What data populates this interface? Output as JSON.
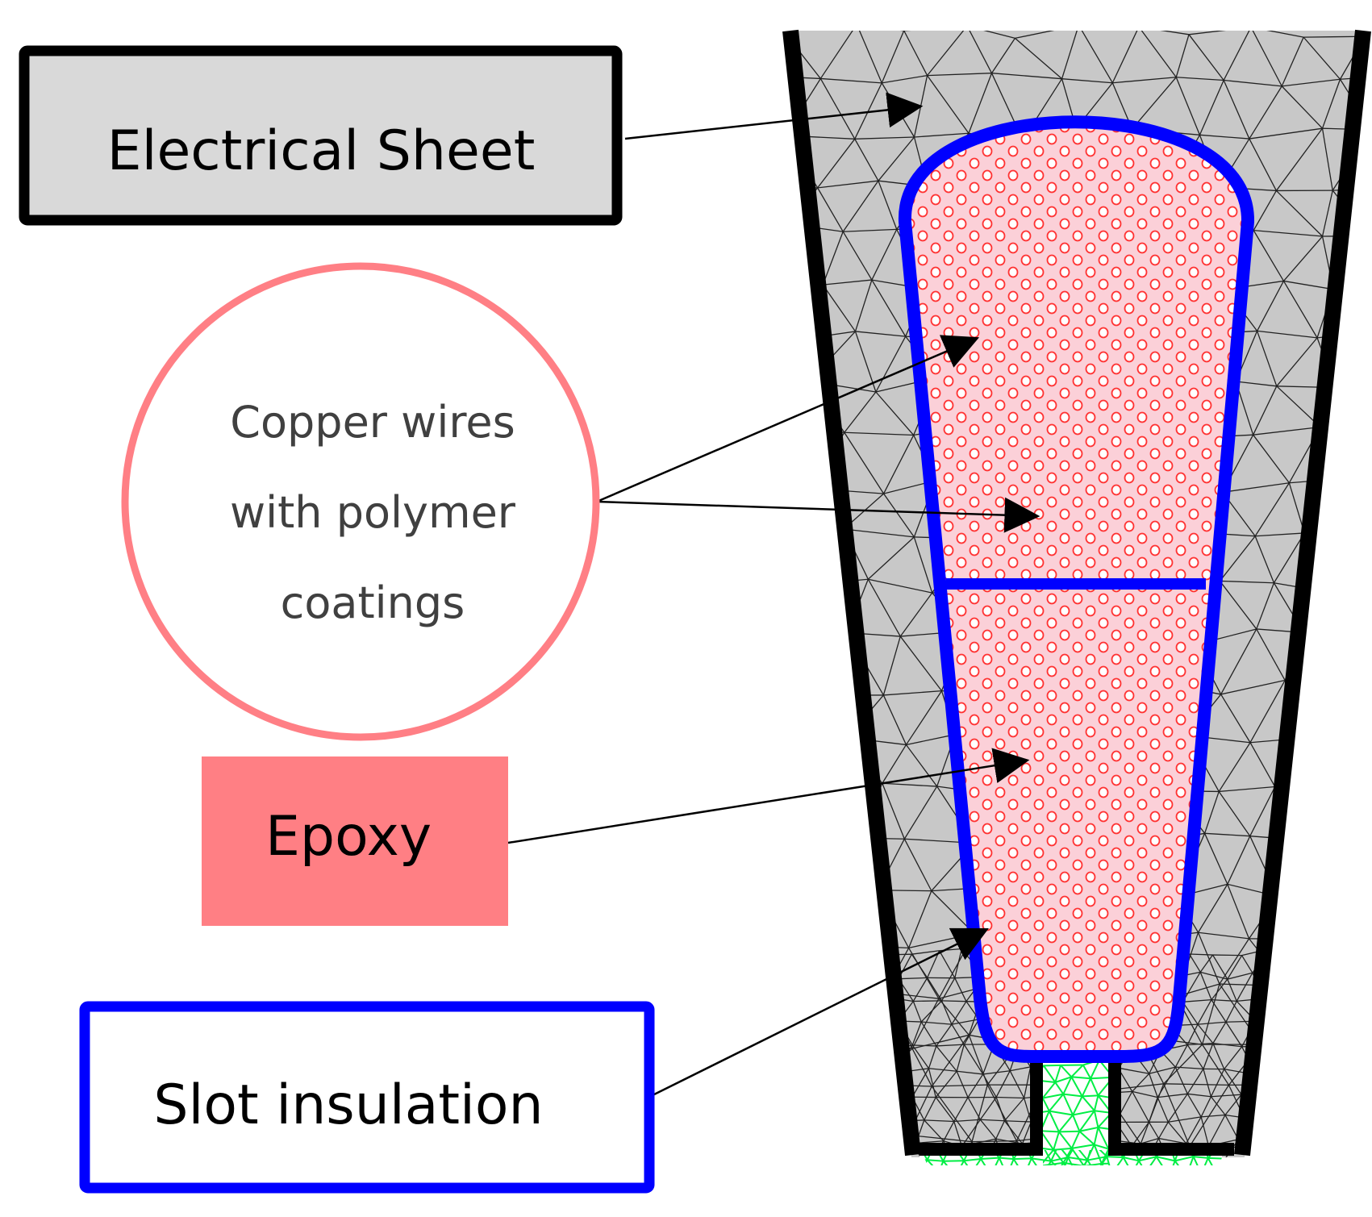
{
  "labels": {
    "electrical_sheet": "Electrical Sheet",
    "copper_line1": "Copper wires",
    "copper_line2": "with polymer",
    "copper_line3": "coatings",
    "epoxy": "Epoxy",
    "slot_insulation": "Slot insulation"
  },
  "colors": {
    "sheet_fill": "#c8c8c8",
    "sheet_box_fill": "#d9d9d9",
    "outline": "#000000",
    "copper_ring": "#ff7f85",
    "epoxy_fill": "#ff7f84",
    "winding_fill": "#fbd0d8",
    "wire_ring": "#ff3333",
    "insulation": "#0000ff",
    "airgap_mesh": "#00ee44",
    "mesh_line": "#222222"
  }
}
